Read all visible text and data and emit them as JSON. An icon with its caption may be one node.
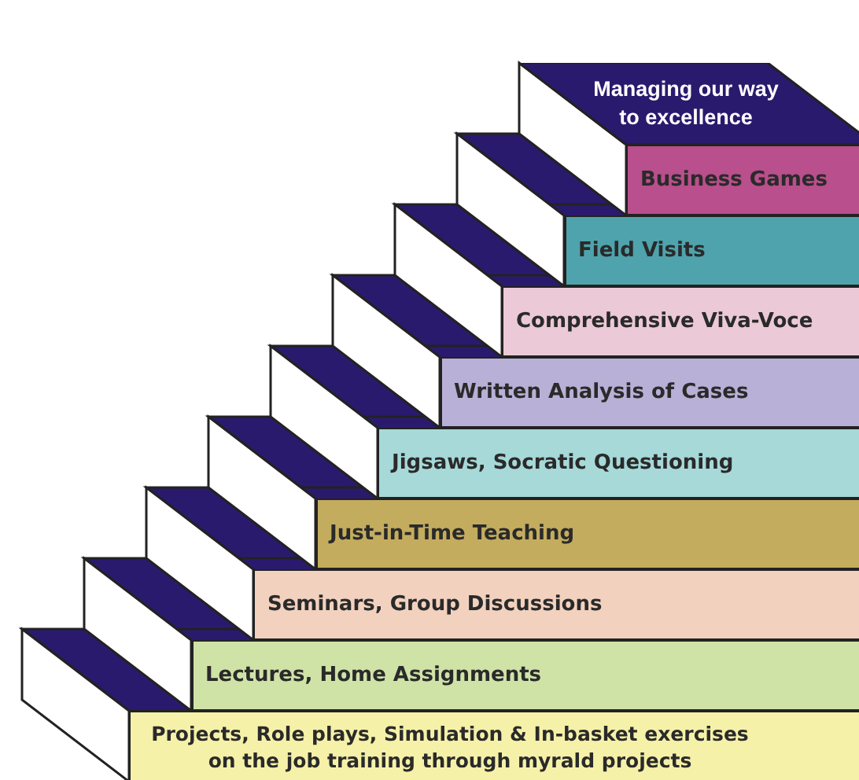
{
  "diagram": {
    "nodes": [
      {
        "text": [
          "Managing our way to excellence"
        ]
      },
      {
        "text": [
          "Business Games"
        ]
      },
      {
        "text": [
          "Field Visits"
        ]
      },
      {
        "text": [
          "Comprehensive Viva-Voce"
        ]
      },
      {
        "text": [
          "Written Analysis of Cases"
        ]
      },
      {
        "text": [
          "Jigsaws, Socratic Questioning"
        ]
      },
      {
        "text": [
          "Just-in-Time Teaching"
        ]
      },
      {
        "text": [
          "Seminars, Group Discussions"
        ]
      },
      {
        "text": [
          "Lectures, Home Assignments"
        ]
      },
      {
        "text": [
          "Projects, Role plays, Simulation & In-basket exercises on the job training through myrald projects"
        ]
      }
    ]
  }
}
